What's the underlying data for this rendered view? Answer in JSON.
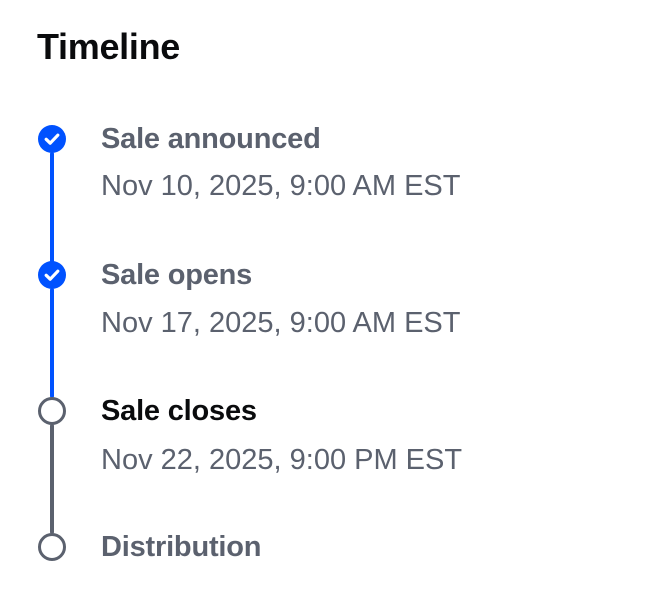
{
  "timeline": {
    "title": "Timeline",
    "steps": [
      {
        "label": "Sale announced",
        "date": "Nov 10, 2025, 9:00 AM EST",
        "status": "complete"
      },
      {
        "label": "Sale opens",
        "date": "Nov 17, 2025, 9:00 AM EST",
        "status": "complete"
      },
      {
        "label": "Sale closes",
        "date": "Nov 22, 2025, 9:00 PM EST",
        "status": "current"
      },
      {
        "label": "Distribution",
        "date": "",
        "status": "upcoming"
      }
    ],
    "colors": {
      "complete": "#0052ff",
      "upcoming": "#5b616e",
      "text_primary": "#0a0b0d",
      "text_muted": "#5b616e"
    },
    "icons": {
      "complete": "check-circle-icon",
      "upcoming": "empty-circle-icon"
    }
  }
}
